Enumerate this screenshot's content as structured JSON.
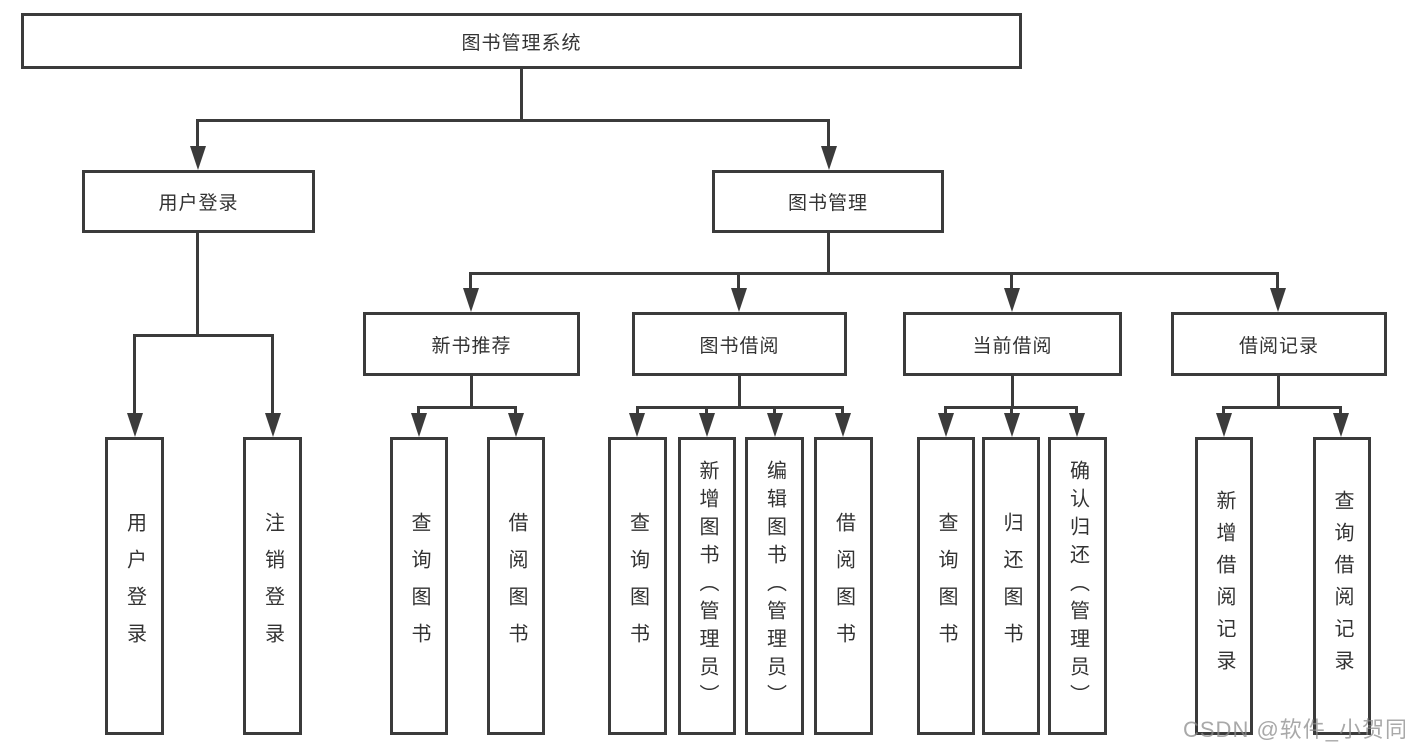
{
  "diagram_type": "hierarchy-tree",
  "colors": {
    "line": "#3b3b3b",
    "box_border": "#3b3b3b",
    "box_background": "#ffffff",
    "text": "#333333",
    "watermark": "#8c8c8c"
  },
  "watermark": {
    "text": "CSDN @软件_小贺同学"
  },
  "tree": {
    "label": "图书管理系统",
    "children": [
      {
        "label": "用户登录",
        "children": [
          {
            "label": "用户登录"
          },
          {
            "label": "注销登录"
          }
        ]
      },
      {
        "label": "图书管理",
        "children": [
          {
            "label": "新书推荐",
            "children": [
              {
                "label": "查询图书"
              },
              {
                "label": "借阅图书"
              }
            ]
          },
          {
            "label": "图书借阅",
            "children": [
              {
                "label": "查询图书"
              },
              {
                "label": "新增图书（管理员）"
              },
              {
                "label": "编辑图书（管理员）"
              },
              {
                "label": "借阅图书"
              }
            ]
          },
          {
            "label": "当前借阅",
            "children": [
              {
                "label": "查询图书"
              },
              {
                "label": "归还图书"
              },
              {
                "label": "确认归还（管理员）"
              }
            ]
          },
          {
            "label": "借阅记录",
            "children": [
              {
                "label": "新增借阅记录"
              },
              {
                "label": "查询借阅记录"
              }
            ]
          }
        ]
      }
    ]
  }
}
